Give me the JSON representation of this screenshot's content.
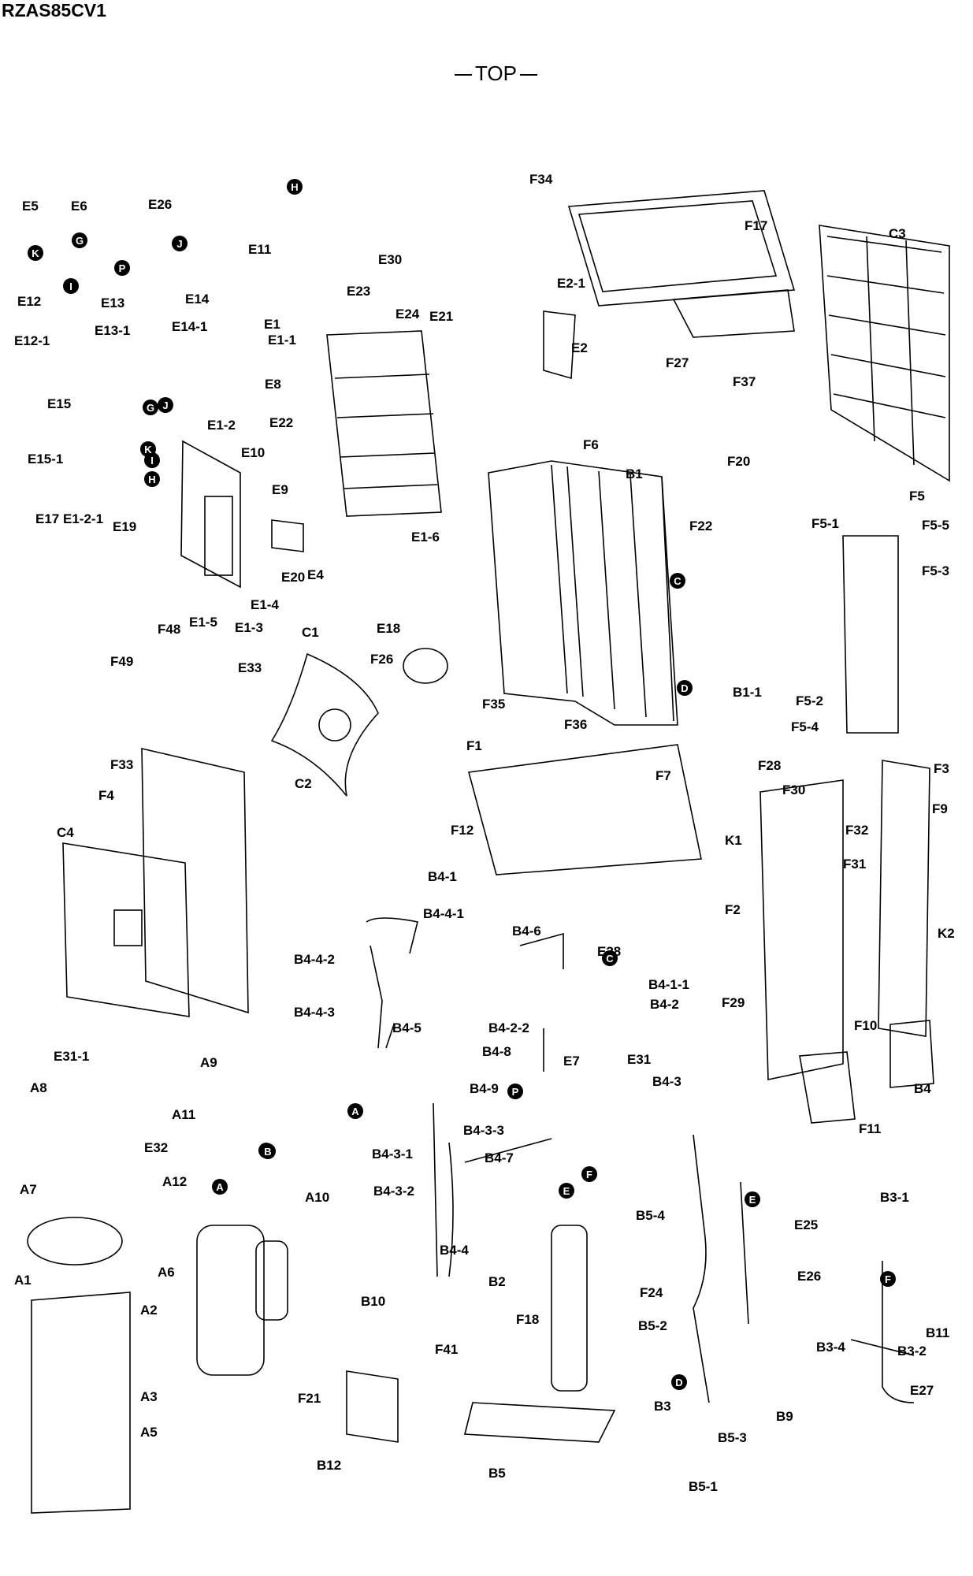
{
  "model": "RZAS85CV1",
  "view_label": "TOP",
  "colors": {
    "line": "#000000",
    "background": "#ffffff",
    "hatch": "#555555"
  },
  "marker_letters": [
    "A",
    "B",
    "C",
    "D",
    "E",
    "F",
    "G",
    "H",
    "I",
    "J",
    "K",
    "P"
  ],
  "parts": [
    "E5",
    "E6",
    "E26",
    "E11",
    "E12",
    "E12-1",
    "E13",
    "E13-1",
    "E14",
    "E14-1",
    "E15",
    "E15-1",
    "E1",
    "E1-1",
    "E1-2",
    "E1-2-1",
    "E1-3",
    "E1-4",
    "E1-5",
    "E1-6",
    "E2",
    "E2-1",
    "E4",
    "E8",
    "E9",
    "E10",
    "E17",
    "E18",
    "E19",
    "E20",
    "E21",
    "E22",
    "E23",
    "E24",
    "E30",
    "E33",
    "F34",
    "F17",
    "F27",
    "F37",
    "C3",
    "F6",
    "B1",
    "F20",
    "F22",
    "F5",
    "F5-1",
    "F5-2",
    "F5-3",
    "F5-4",
    "F5-5",
    "B1-1",
    "C1",
    "C2",
    "F26",
    "F48",
    "F49",
    "F33",
    "F4",
    "C4",
    "F35",
    "F36",
    "F1",
    "F7",
    "F12",
    "F28",
    "F30",
    "F32",
    "F31",
    "F3",
    "F9",
    "K1",
    "K2",
    "F2",
    "F29",
    "F10",
    "F11",
    "B4",
    "B4-1",
    "B4-1-1",
    "B4-2",
    "B4-2-2",
    "B4-3",
    "B4-3-1",
    "B4-3-2",
    "B4-3-3",
    "B4-4",
    "B4-4-1",
    "B4-4-2",
    "B4-4-3",
    "B4-5",
    "B4-6",
    "B4-7",
    "B4-8",
    "B4-9",
    "E7",
    "E28",
    "E31",
    "E31-1",
    "A8",
    "A9",
    "A11",
    "E32",
    "A12",
    "A10",
    "A7",
    "A1",
    "A6",
    "A2",
    "A3",
    "A5",
    "F21",
    "B12",
    "B10",
    "F41",
    "B2",
    "F18",
    "B5",
    "B5-1",
    "B5-2",
    "B5-3",
    "B5-4",
    "F24",
    "E25",
    "E26",
    "B3",
    "B3-1",
    "B3-2",
    "B3-4",
    "E27",
    "B11",
    "B9"
  ]
}
